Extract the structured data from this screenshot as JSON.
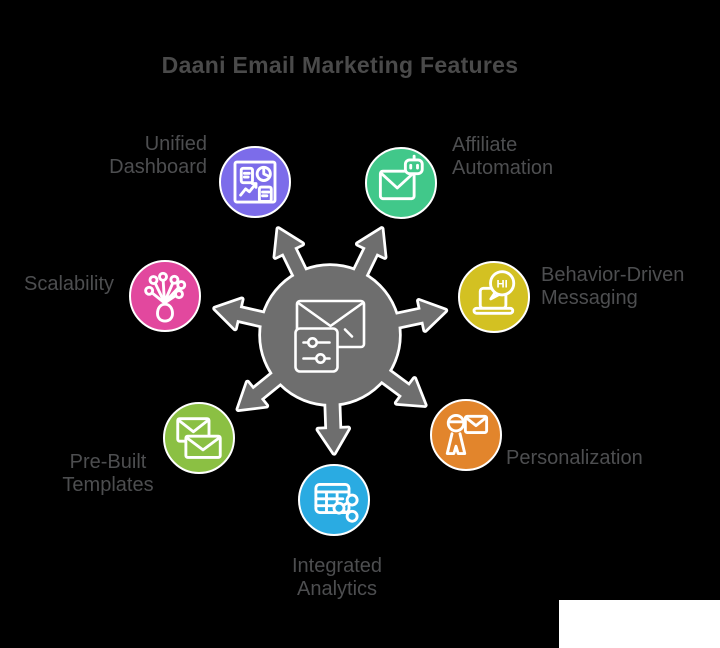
{
  "title": "Daani Email Marketing Features",
  "hub": {
    "icon": "mail-settings-icon",
    "color": "#6e6e6e",
    "outline": "#ffffff"
  },
  "features": [
    {
      "id": "unified-dashboard",
      "label": "Unified Dashboard",
      "color": "#7c6cea",
      "icon": "dashboard-icon"
    },
    {
      "id": "affiliate-automation",
      "label": "Affiliate Automation",
      "color": "#41c88a",
      "icon": "mail-robot-icon"
    },
    {
      "id": "behavior-driven-messaging",
      "label": "Behavior-Driven Messaging",
      "color": "#d3c122",
      "icon": "laptop-chat-icon",
      "bubble_text": "HI"
    },
    {
      "id": "personalization",
      "label": "Personalization",
      "color": "#e2852c",
      "icon": "person-mail-icon"
    },
    {
      "id": "integrated-analytics",
      "label": "Integrated Analytics",
      "color": "#2aabe2",
      "icon": "table-share-icon"
    },
    {
      "id": "pre-built-templates",
      "label": "Pre-Built Templates",
      "color": "#8bc043",
      "icon": "stacked-envelopes-icon"
    },
    {
      "id": "scalability",
      "label": "Scalability",
      "color": "#e2489e",
      "icon": "growth-tree-icon"
    }
  ],
  "colors": {
    "background": "#000000",
    "label_text": "#4d4e50",
    "title_text": "#4a4a4a",
    "corner_rect": "#ffffff"
  }
}
